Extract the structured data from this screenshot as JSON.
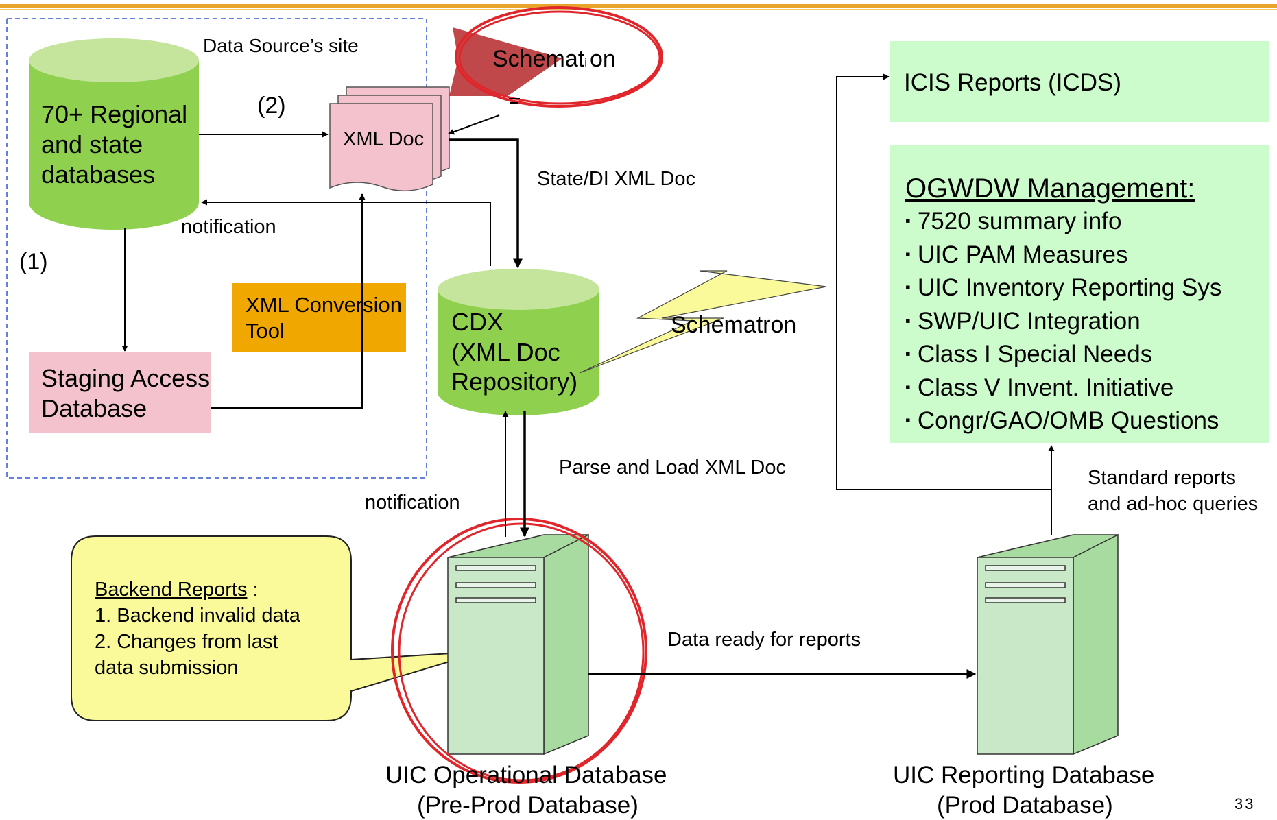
{
  "header_colors": {
    "bar": "#e8a32a"
  },
  "data_source_site": {
    "title": "Data Source’s site",
    "regional_db": [
      "70+ Regional",
      "and state",
      "databases"
    ],
    "step1": "(1)",
    "step2": "(2)",
    "xml_doc": "XML Doc",
    "notification": "notification",
    "xml_conversion_tool": [
      "XML Conversion",
      "Tool"
    ],
    "staging_db": [
      "Staging Access",
      "Database"
    ]
  },
  "schematron_top": {
    "label_left": "Schemat",
    "label_mid": "i",
    "label_right": "on"
  },
  "state_di_doc": "State/DI XML Doc",
  "cdx": [
    "CDX",
    "(XML Doc",
    "Repository)"
  ],
  "schematron_bolt": "Schematron",
  "parse_load": "Parse and Load XML Doc",
  "notification_lower": "notification",
  "icis_reports": "ICIS Reports (ICDS)",
  "ogwdw": {
    "title": "OGWDW Management:",
    "items": [
      "7520 summary info",
      "UIC PAM Measures",
      "UIC Inventory Reporting Sys",
      "SWP/UIC Integration",
      "Class I Special Needs",
      "Class V Invent. Initiative",
      "Congr/GAO/OMB Questions"
    ]
  },
  "standard_reports": [
    "Standard reports",
    "and ad-hoc queries"
  ],
  "backend_reports": {
    "title": "Backend Reports",
    "colon": " :",
    "lines": [
      "1. Backend invalid data",
      "2. Changes from last",
      "data submission"
    ]
  },
  "data_ready": "Data ready for reports",
  "operational_db": [
    "UIC Operational Database",
    "(Pre-Prod Database)"
  ],
  "reporting_db": [
    "UIC Reporting Database",
    "(Prod Database)"
  ],
  "page_number": "33"
}
